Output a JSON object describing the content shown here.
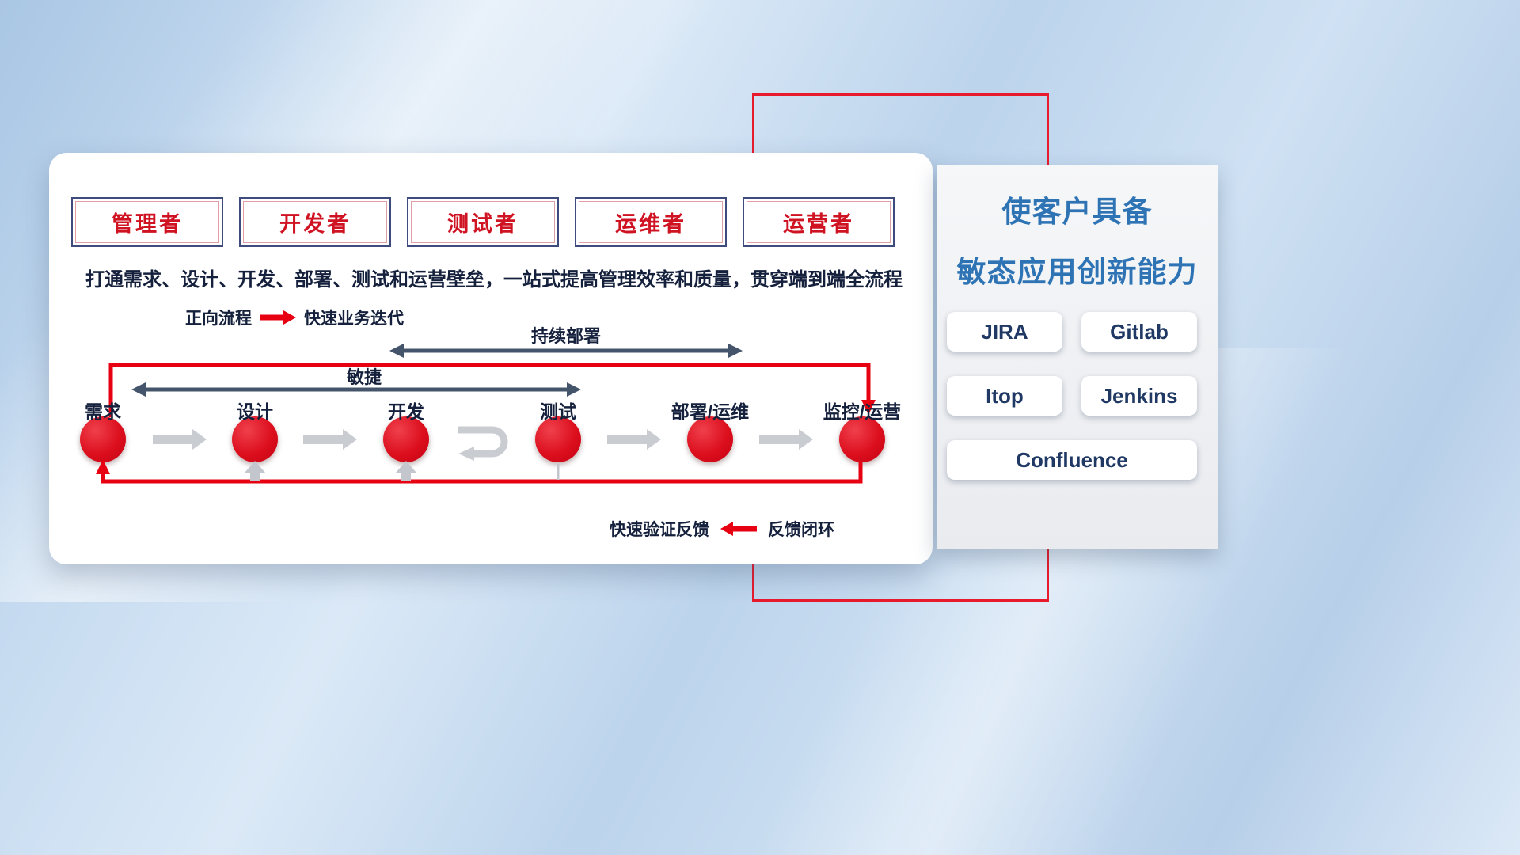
{
  "colors": {
    "accent_red": "#e60012",
    "slate": "#44546a",
    "gray_arrow": "#c9cdd2",
    "gray_arrow_dark": "#c3c7cd",
    "navy_text": "#14203c",
    "panel_title_blue": "#2e74b5",
    "tool_text_navy": "#1f3864",
    "role_text_red": "#cf1322",
    "role_border_navy": "#3f4b7d"
  },
  "roles": [
    "管理者",
    "开发者",
    "测试者",
    "运维者",
    "运营者"
  ],
  "card": {
    "subtitle": "打通需求、设计、开发、部署、测试和运营壁垒，一站式提高管理效率和质量，贯穿端到端全流程"
  },
  "legend": {
    "forward_label": "正向流程",
    "forward_desc": "快速业务迭代",
    "feedback_desc": "快速验证反馈",
    "feedback_label": "反馈闭环"
  },
  "flow": {
    "stages": [
      "需求",
      "设计",
      "开发",
      "测试",
      "部署/运维",
      "监控/运营"
    ],
    "agile_label": "敏捷",
    "continuous_deployment_label": "持续部署"
  },
  "panel": {
    "title_line1": "使客户具备",
    "title_line2": "敏态应用创新能力",
    "tools": [
      "JIRA",
      "Gitlab",
      "Itop",
      "Jenkins",
      "Confluence"
    ]
  }
}
